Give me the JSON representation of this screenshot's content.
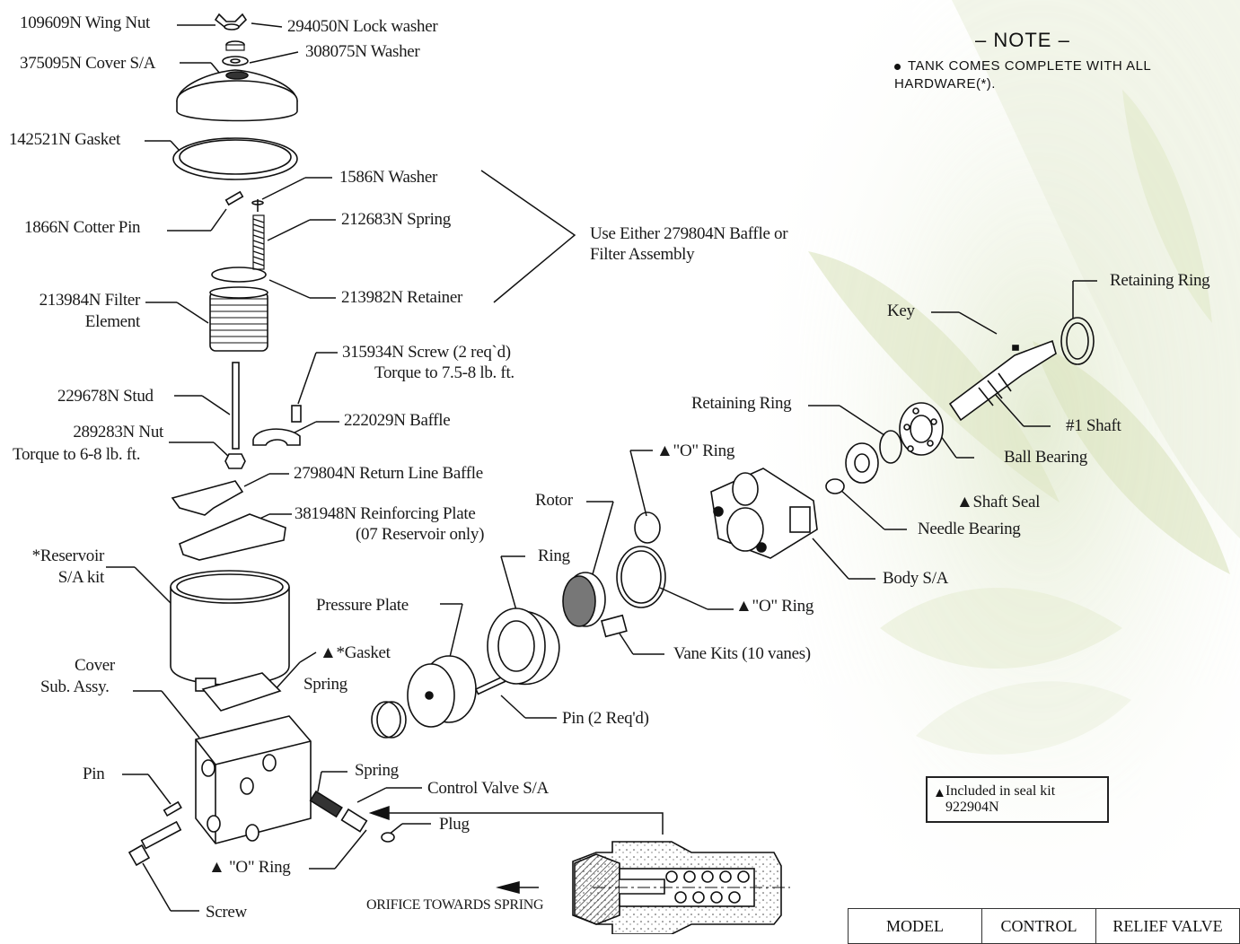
{
  "labels": {
    "wing_nut": "109609N Wing Nut",
    "lock_washer": "294050N Lock washer",
    "cover_sa": "375095N Cover S/A",
    "washer_308075": "308075N Washer",
    "gasket_142521": "142521N Gasket",
    "washer_1586": "1586N Washer",
    "cotter_pin": "1866N Cotter Pin",
    "spring_212683": "212683N Spring",
    "use_either": "Use Either 279804N Baffle or",
    "filter_assembly": "Filter Assembly",
    "filter_element_1": "213984N Filter",
    "filter_element_2": "Element",
    "retainer": "213982N Retainer",
    "screw_315934": "315934N Screw (2 req`d)",
    "screw_torque": "Torque to 7.5-8 lb. ft.",
    "stud": "229678N Stud",
    "nut_289283": "289283N Nut",
    "nut_torque": "Torque to 6-8 lb. ft.",
    "baffle_222029": "222029N Baffle",
    "return_line_baffle": "279804N Return Line Baffle",
    "reinforcing_plate": "381948N Reinforcing Plate",
    "reinforcing_note": "(07 Reservoir only)",
    "reservoir_1": "*Reservoir",
    "reservoir_2": "S/A kit",
    "cover_sub_1": "Cover",
    "cover_sub_2": "Sub. Assy.",
    "pin_left": "Pin",
    "screw_bottom": "Screw",
    "o_ring_bottom": "▲ \"O\" Ring",
    "spring_left": "Spring",
    "control_valve": "Control Valve S/A",
    "plug": "Plug",
    "orifice": "ORIFICE TOWARDS SPRING",
    "pressure_plate": "Pressure Plate",
    "gasket_kit": "▲*Gasket",
    "spring_mid": "Spring",
    "ring": "Ring",
    "rotor": "Rotor",
    "pin_2req": "Pin (2 Req'd)",
    "vane_kits": "Vane Kits (10 vanes)",
    "o_ring_top": "▲\"O\" Ring",
    "o_ring_mid": "▲\"O\" Ring",
    "retaining_ring_mid": "Retaining Ring",
    "retaining_ring_top": "Retaining Ring",
    "key": "Key",
    "shaft": "#1 Shaft",
    "ball_bearing": "Ball Bearing",
    "shaft_seal": "▲Shaft Seal",
    "needle_bearing": "Needle Bearing",
    "body_sa": "Body S/A"
  },
  "note": {
    "title": "– NOTE –",
    "text": "TANK COMES COMPLETE WITH ALL HARDWARE(*)."
  },
  "seal_kit": {
    "symbol": "▲",
    "line1": "Included in seal kit",
    "line2": "922904N"
  },
  "parts_table": {
    "headers": [
      "MODEL",
      "CONTROL",
      "RELIEF VALVE"
    ]
  }
}
